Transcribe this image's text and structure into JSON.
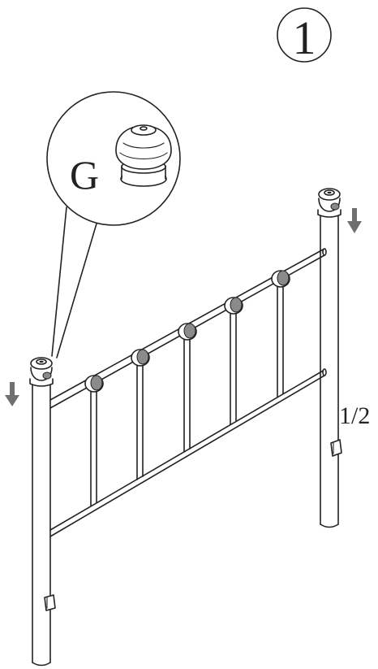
{
  "diagram": {
    "step_number": "1",
    "part_label": "G",
    "fraction_label": "1/2"
  },
  "colors": {
    "ink": "#222222",
    "paper": "#ffffff",
    "arrow": "#6f6f6f",
    "cap_accent": "#8a8a8a"
  }
}
